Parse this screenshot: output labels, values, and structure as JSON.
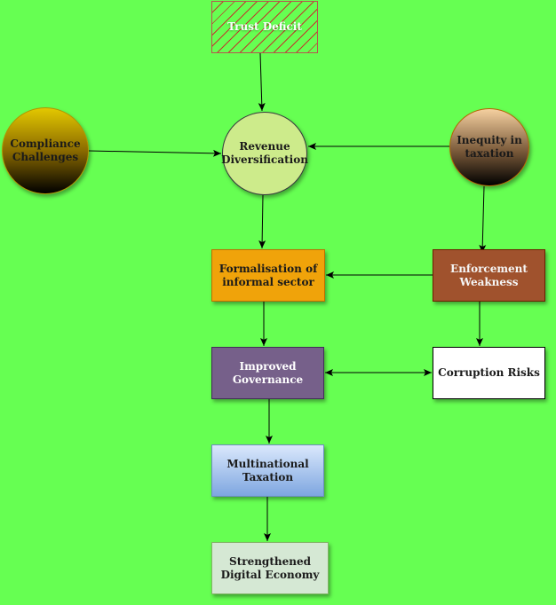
{
  "diagram": {
    "type": "flowchart",
    "background_color": "#66ff52",
    "nodes": [
      {
        "id": "trust",
        "label": "Trust Deficit",
        "shape": "rectangle",
        "fill": "hatched",
        "stroke": "#b85450",
        "text_color": "#ffffff"
      },
      {
        "id": "compliance",
        "label": "Compliance Challenges",
        "shape": "circle",
        "fill": "#e3c800",
        "stroke": "#b09500",
        "text_color": "#1a1a1a"
      },
      {
        "id": "revenue",
        "label": "Revenue Diversification",
        "shape": "circle",
        "fill": "#cdeb8b",
        "stroke": "#36393d",
        "text_color": "#1a1a1a"
      },
      {
        "id": "inequity",
        "label": "Inequity in taxation",
        "shape": "circle",
        "fill": "#f5d0a0",
        "stroke": "#b46504",
        "text_color": "#1a1a1a"
      },
      {
        "id": "formal",
        "label": "Formalisation of informal sector",
        "shape": "rectangle",
        "fill": "#f0a30a",
        "stroke": "#bd7000",
        "text_color": "#1a1a1a"
      },
      {
        "id": "enforce",
        "label": "Enforcement Weakness",
        "shape": "rectangle",
        "fill": "#a0522d",
        "stroke": "#6d1f00",
        "text_color": "#f5f5f5"
      },
      {
        "id": "govern",
        "label": "Improved Governance",
        "shape": "rectangle",
        "fill": "#76608a",
        "stroke": "#432d57",
        "text_color": "#ffffff"
      },
      {
        "id": "corrupt",
        "label": "Corruption Risks",
        "shape": "rectangle",
        "fill": "#ffffff",
        "stroke": "#000000",
        "text_color": "#1a1a1a"
      },
      {
        "id": "multi",
        "label": "Multinational Taxation",
        "shape": "rectangle",
        "fill": "#dae8fc",
        "stroke": "#6c8ebf",
        "text_color": "#1a1a1a"
      },
      {
        "id": "digital",
        "label": "Strengthened Digital Economy",
        "shape": "rectangle",
        "fill": "#d5e8d4",
        "stroke": "#82b366",
        "text_color": "#1a1a1a"
      }
    ],
    "edges": [
      {
        "from": "trust",
        "to": "revenue",
        "direction": "forward"
      },
      {
        "from": "compliance",
        "to": "revenue",
        "direction": "forward"
      },
      {
        "from": "inequity",
        "to": "revenue",
        "direction": "forward"
      },
      {
        "from": "revenue",
        "to": "formal",
        "direction": "forward"
      },
      {
        "from": "inequity",
        "to": "enforce",
        "direction": "forward"
      },
      {
        "from": "enforce",
        "to": "formal",
        "direction": "forward"
      },
      {
        "from": "formal",
        "to": "govern",
        "direction": "forward"
      },
      {
        "from": "enforce",
        "to": "corrupt",
        "direction": "forward"
      },
      {
        "from": "govern",
        "to": "corrupt",
        "direction": "both"
      },
      {
        "from": "govern",
        "to": "multi",
        "direction": "forward"
      },
      {
        "from": "multi",
        "to": "digital",
        "direction": "forward"
      }
    ]
  }
}
